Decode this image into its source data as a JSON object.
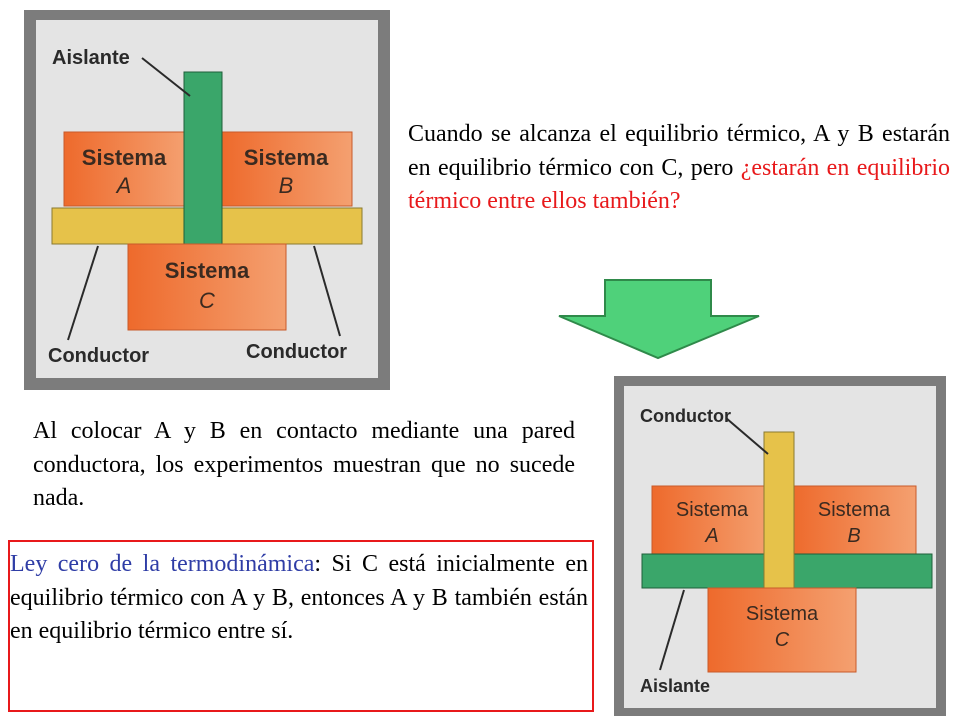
{
  "diagram_top": {
    "label_insulator": "Aislante",
    "system_a_word": "Sistema",
    "system_a_letter": "A",
    "system_b_word": "Sistema",
    "system_b_letter": "B",
    "system_c_word": "Sistema",
    "system_c_letter": "C",
    "label_conductor_left": "Conductor",
    "label_conductor_right": "Conductor"
  },
  "diagram_bottom": {
    "label_conductor": "Conductor",
    "system_a_word": "Sistema",
    "system_a_letter": "A",
    "system_b_word": "Sistema",
    "system_b_letter": "B",
    "system_c_word": "Sistema",
    "system_c_letter": "C",
    "label_insulator": "Aislante"
  },
  "top_text": {
    "plain": "Cuando se alcanza el equilibrio térmico, A y B estarán en equilibrio térmico con C, pero ",
    "highlight": "¿estarán en equilibrio térmico entre ellos también?"
  },
  "middle_text": "Al colocar A y B en contacto mediante una pared conductora, los experimentos muestran que no sucede nada.",
  "law": {
    "title": "Ley cero de la termodinámica",
    "body": ": Si C está inicialmente en equilibrio térmico con A y B, entonces A y B también están en equilibrio térmico entre sí."
  },
  "colors": {
    "frame": "#7c7c7c",
    "panel": "#e4e4e4",
    "system_fill": "#f07a3a",
    "insulator": "#3aa66a",
    "conductor": "#e6c24a",
    "arrow": "#4fd17a",
    "law_title": "#2f3da6",
    "highlight": "#e8191b"
  }
}
